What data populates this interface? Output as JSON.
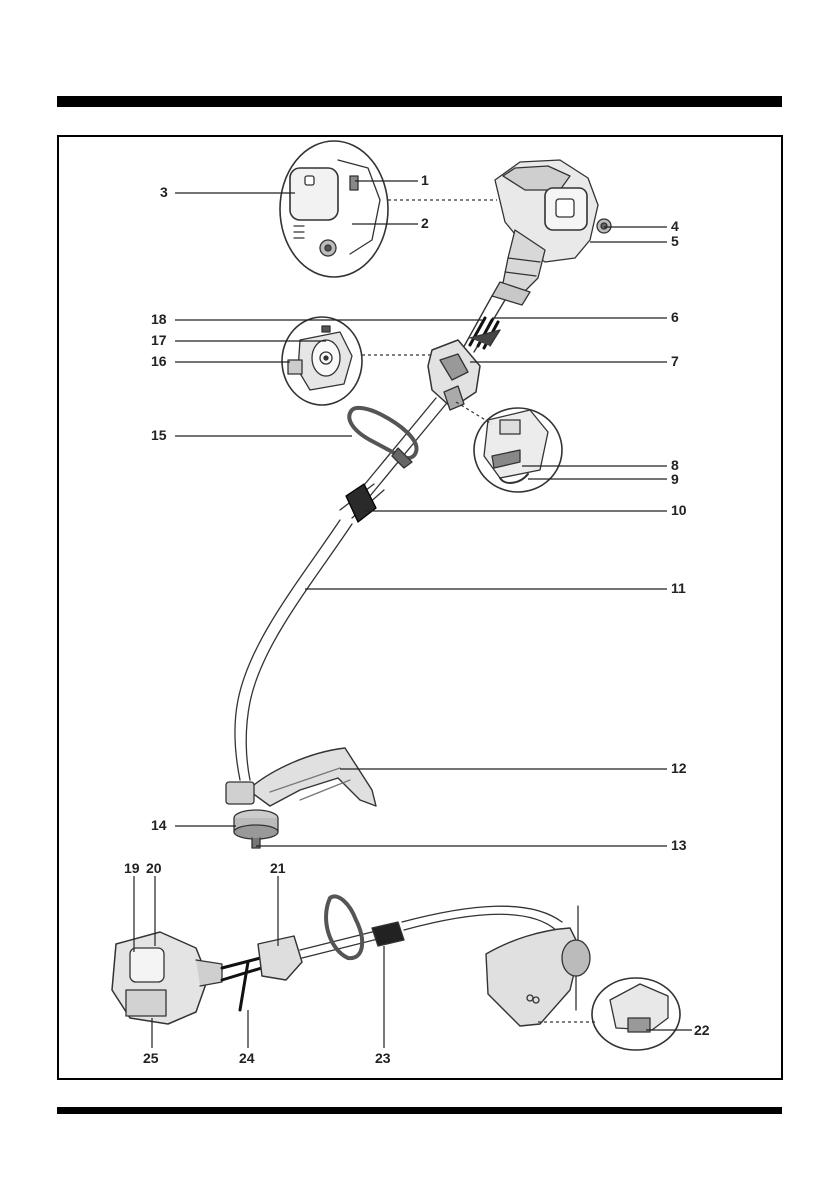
{
  "figure": {
    "callouts": [
      "1",
      "2",
      "3",
      "4",
      "5",
      "6",
      "7",
      "8",
      "9",
      "10",
      "11",
      "12",
      "13",
      "14",
      "15",
      "16",
      "17",
      "18",
      "19",
      "20",
      "21",
      "22",
      "23",
      "24",
      "25"
    ]
  }
}
